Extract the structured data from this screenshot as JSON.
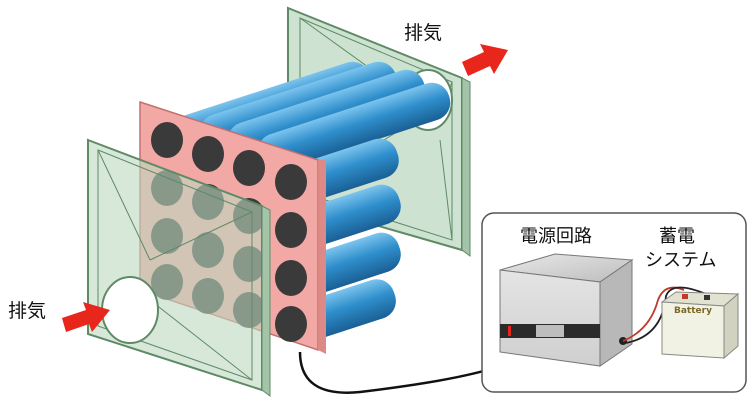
{
  "labels": {
    "exhaust_top": "排気",
    "exhaust_left": "排気",
    "power_circuit": "電源回路",
    "storage_line1": "蓄電",
    "storage_line2": "システム",
    "battery": "Battery"
  },
  "colors": {
    "cell_blue": "#2f8fcc",
    "holder_plate": "#f2a9a6",
    "duct_green": "#bcd8c0",
    "arrow_red": "#e8261c",
    "box_gray": "#d0d0d0",
    "battery_body": "#f2f2e4"
  },
  "icons": {
    "arrow_top": "red-arrow-icon",
    "arrow_left": "red-arrow-icon"
  }
}
